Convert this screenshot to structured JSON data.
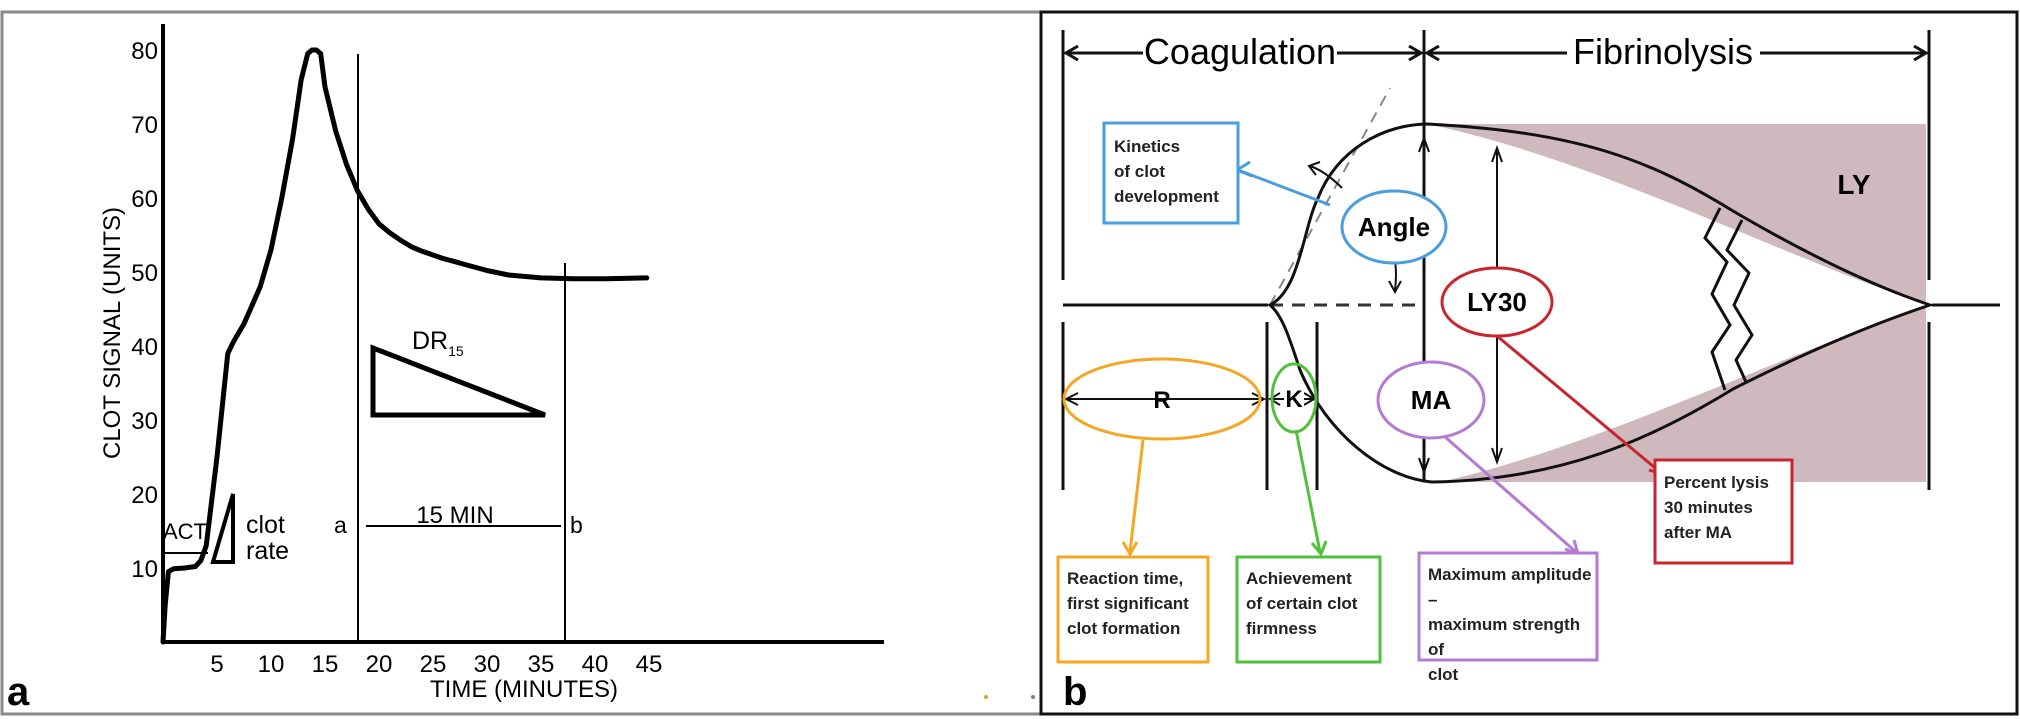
{
  "panel_a": {
    "letter": "a",
    "ylabel": "CLOT SIGNAL (UNITS)",
    "xlabel": "TIME (MINUTES)",
    "y_ticks": [
      "10",
      "20",
      "30",
      "40",
      "50",
      "60",
      "70",
      "80"
    ],
    "x_ticks": [
      "5",
      "10",
      "15",
      "20",
      "25",
      "30",
      "35",
      "40",
      "45"
    ],
    "act_label": "ACT",
    "clot_rate_label": "clot\nrate",
    "dr_label": "DR",
    "dr_sub": "15",
    "point_a": "a",
    "point_b": "b",
    "interval_label": "15 MIN",
    "curve": {
      "x": [
        0,
        0.2,
        0.5,
        1,
        2,
        3,
        3.5,
        4,
        5,
        6,
        6.5,
        7.5,
        9,
        10,
        11,
        12,
        12.8,
        13.4,
        13.8,
        14.2,
        14.6,
        15,
        16,
        17,
        18,
        19,
        20,
        21,
        22,
        23,
        24,
        25,
        26,
        27,
        28,
        30,
        32,
        35,
        38,
        41,
        44.8
      ],
      "y": [
        0,
        5,
        9.5,
        9.9,
        10,
        10.2,
        11,
        13,
        25,
        39,
        40.5,
        43,
        48,
        53,
        60,
        68,
        76,
        79.5,
        80,
        80,
        79.5,
        75,
        69,
        64.5,
        61,
        58.5,
        56.5,
        55.3,
        54.3,
        53.4,
        52.8,
        52.3,
        51.8,
        51.4,
        51,
        50.2,
        49.6,
        49.2,
        49.1,
        49.1,
        49.2
      ]
    }
  },
  "panel_b": {
    "letter": "b",
    "coagulation_label": "Coagulation",
    "fibrinolysis_label": "Fibrinolysis",
    "ly_label": "LY",
    "angle_label": "Angle",
    "ly30_label": "LY30",
    "ma_label": "MA",
    "r_label": "R",
    "k_label": "K",
    "boxes": {
      "kinetics": "Kinetics\nof clot\ndevelopment",
      "reaction": "Reaction time,\nfirst significant\nclot formation",
      "achievement": "Achievement\nof certain clot\nfirmness",
      "maximum": "Maximum amplitude –\nmaximum strength of\nclot",
      "percent": "Percent lysis\n30 minutes\nafter MA"
    },
    "colors": {
      "blue": "#4a9ede",
      "orange": "#f5a623",
      "green": "#4fc23a",
      "purple": "#b57ad1",
      "red": "#c8262c",
      "shade": "#cfb9bf"
    }
  }
}
